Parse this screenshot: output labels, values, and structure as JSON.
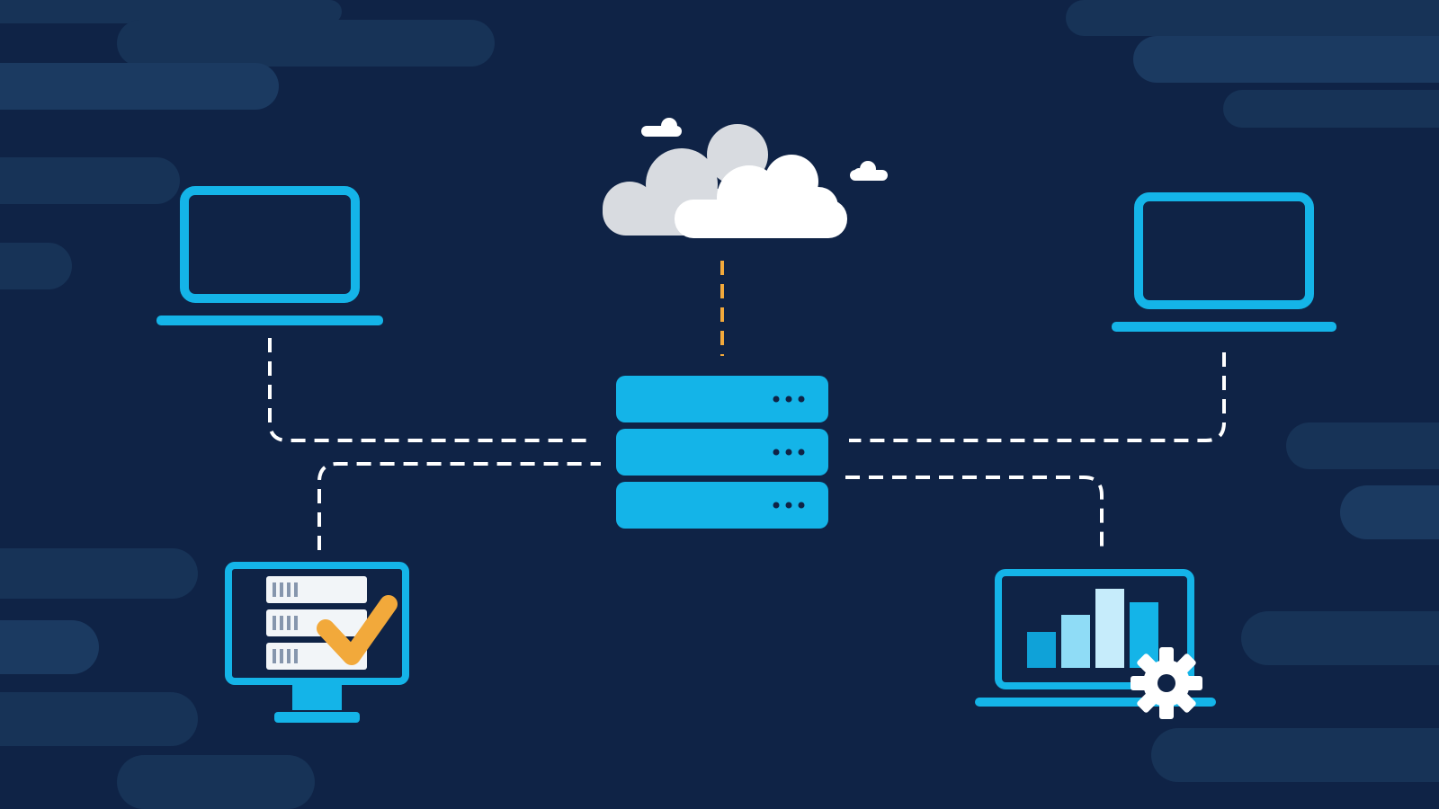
{
  "colors": {
    "background": "#0f2346",
    "background_streak": "#173357",
    "background_streak_light": "#1b3a61",
    "device_blue": "#14b4e8",
    "device_blue_mid": "#0fa2d8",
    "chart_light": "#8fdcf6",
    "chart_pale": "#c6ecfb",
    "link_white": "#ffffff",
    "link_orange": "#f2a93b",
    "cloud_grey": "#d8dbe0",
    "cloud_white": "#ffffff",
    "check_orange": "#f2a93b",
    "rack_panel": "#f2f5f8",
    "rack_stripe": "#8696ad",
    "gear_white": "#ffffff"
  },
  "nodes": [
    {
      "id": "cloud",
      "icon": "cloud-icon"
    },
    {
      "id": "server",
      "icon": "server-stack-icon"
    },
    {
      "id": "laptop-top-left",
      "icon": "laptop-icon"
    },
    {
      "id": "laptop-top-right",
      "icon": "laptop-icon"
    },
    {
      "id": "monitor-bottom-left",
      "icon": "monitor-with-check-icon"
    },
    {
      "id": "laptop-bottom-right",
      "icon": "laptop-with-chart-and-gear-icon"
    }
  ],
  "links": [
    {
      "from": "cloud",
      "to": "server",
      "style": "dashed",
      "color": "orange"
    },
    {
      "from": "laptop-top-left",
      "to": "server",
      "style": "dashed",
      "color": "white"
    },
    {
      "from": "monitor-bottom-left",
      "to": "server",
      "style": "dashed",
      "color": "white"
    },
    {
      "from": "laptop-top-right",
      "to": "server",
      "style": "dashed",
      "color": "white"
    },
    {
      "from": "laptop-bottom-right",
      "to": "server",
      "style": "dashed",
      "color": "white"
    }
  ]
}
